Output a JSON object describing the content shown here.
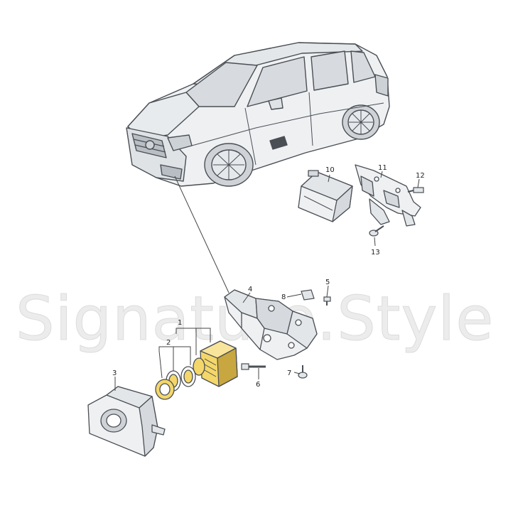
{
  "watermark": "Signature.Style",
  "callouts": [
    "1",
    "2",
    "3",
    "4",
    "5",
    "6",
    "7",
    "8",
    "10",
    "11",
    "12",
    "13"
  ],
  "colors": {
    "outline": "#4a4f55",
    "body": "#eef0f2",
    "body_shade": "#d6dade",
    "highlight_yellow": "#f4d76a",
    "highlight_yellow_dark": "#c8a640",
    "callout_line": "#444444",
    "background": "#ffffff"
  }
}
